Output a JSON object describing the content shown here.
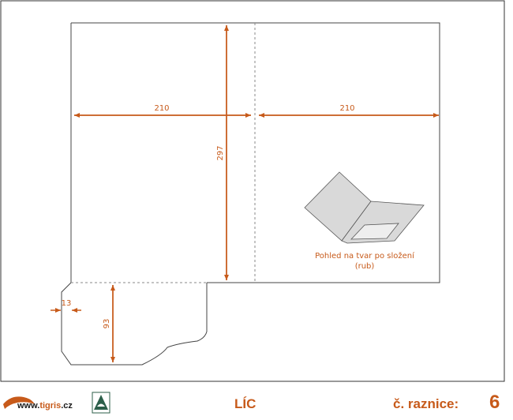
{
  "dimensions": {
    "width_left": "210",
    "width_right": "210",
    "height": "297",
    "tab_width": "13",
    "tab_height": "93"
  },
  "preview": {
    "caption_line1": "Pohled na tvar po složení",
    "caption_line2": "(rub)"
  },
  "footer": {
    "logo_prefix": "www.",
    "logo_accent": "tigris",
    "logo_suffix": ".cz",
    "side_title": "LÍC",
    "die_label": "č. raznice:",
    "die_number": "6"
  },
  "colors": {
    "accent": "#c75a1a",
    "outline": "#333333",
    "preview_fill": "#d9d9d9"
  }
}
